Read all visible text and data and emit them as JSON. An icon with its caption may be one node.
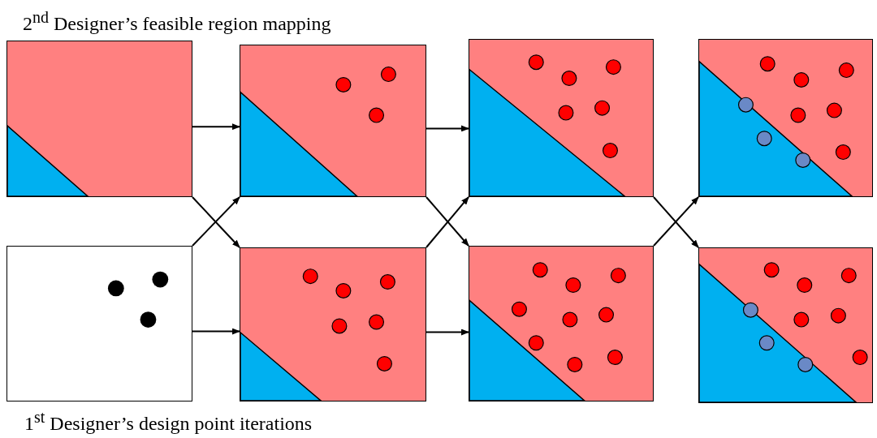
{
  "diagram": {
    "nodes": [
      {
        "text": [],
        "shape": "box"
      },
      {
        "text": [],
        "shape": "box"
      },
      {
        "text": [],
        "shape": "box"
      },
      {
        "text": [],
        "shape": "box"
      },
      {
        "text": [],
        "shape": "box"
      },
      {
        "text": [],
        "shape": "box"
      },
      {
        "text": [],
        "shape": "box"
      },
      {
        "text": [],
        "shape": "box"
      }
    ],
    "edges": [
      {
        "from": 0,
        "to": 1,
        "arrow": "to"
      },
      {
        "from": 0,
        "to": 5,
        "arrow": "to"
      },
      {
        "from": 4,
        "to": 1,
        "arrow": "to"
      },
      {
        "from": 4,
        "to": 5,
        "arrow": "to"
      },
      {
        "from": 1,
        "to": 2,
        "arrow": "to"
      },
      {
        "from": 1,
        "to": 6,
        "arrow": "to"
      },
      {
        "from": 5,
        "to": 2,
        "arrow": "to"
      },
      {
        "from": 5,
        "to": 6,
        "arrow": "to"
      },
      {
        "from": 2,
        "to": 7,
        "arrow": "to"
      },
      {
        "from": 6,
        "to": 3,
        "arrow": "to"
      }
    ],
    "labels": [
      "2$^{nd}$ Designer’s feasible region mapping",
      "1$^{st}$ Designer’s design point iterations"
    ]
  }
}
